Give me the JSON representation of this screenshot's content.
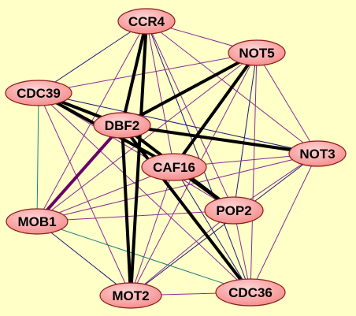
{
  "network": {
    "nodes": [
      {
        "id": "CCR4",
        "label": "CCR4"
      },
      {
        "id": "NOT5",
        "label": "NOT5"
      },
      {
        "id": "CDC39",
        "label": "CDC39"
      },
      {
        "id": "DBF2",
        "label": "DBF2"
      },
      {
        "id": "NOT3",
        "label": "NOT3"
      },
      {
        "id": "CAF16",
        "label": "CAF16"
      },
      {
        "id": "POP2",
        "label": "POP2"
      },
      {
        "id": "MOB1",
        "label": "MOB1"
      },
      {
        "id": "MOT2",
        "label": "MOT2"
      },
      {
        "id": "CDC36",
        "label": "CDC36"
      }
    ],
    "edges": [
      {
        "source": "CCR4",
        "target": "DBF2",
        "weight": "strong"
      },
      {
        "source": "CCR4",
        "target": "MOT2",
        "weight": "strong"
      },
      {
        "source": "NOT5",
        "target": "DBF2",
        "weight": "strong"
      },
      {
        "source": "NOT5",
        "target": "CAF16",
        "weight": "strong"
      },
      {
        "source": "CDC39",
        "target": "DBF2",
        "weight": "strong"
      },
      {
        "source": "CDC39",
        "target": "CAF16",
        "weight": "strong"
      },
      {
        "source": "DBF2",
        "target": "NOT3",
        "weight": "strong"
      },
      {
        "source": "DBF2",
        "target": "POP2",
        "weight": "strong"
      },
      {
        "source": "DBF2",
        "target": "CDC36",
        "weight": "strong"
      },
      {
        "source": "DBF2",
        "target": "MOT2",
        "weight": "strong"
      },
      {
        "source": "CAF16",
        "target": "POP2",
        "weight": "strong"
      },
      {
        "source": "DBF2",
        "target": "MOB1",
        "weight": "highlight"
      },
      {
        "source": "CDC39",
        "target": "MOB1",
        "weight": "teal"
      },
      {
        "source": "MOB1",
        "target": "CDC36",
        "weight": "teal"
      },
      {
        "source": "CCR4",
        "target": "NOT5",
        "weight": "weak"
      },
      {
        "source": "CCR4",
        "target": "CDC39",
        "weight": "weak"
      },
      {
        "source": "CCR4",
        "target": "NOT3",
        "weight": "weak"
      },
      {
        "source": "CCR4",
        "target": "CAF16",
        "weight": "weak"
      },
      {
        "source": "CCR4",
        "target": "POP2",
        "weight": "weak"
      },
      {
        "source": "CCR4",
        "target": "CDC36",
        "weight": "weak"
      },
      {
        "source": "CCR4",
        "target": "MOB1",
        "weight": "weak"
      },
      {
        "source": "NOT5",
        "target": "CDC39",
        "weight": "weak"
      },
      {
        "source": "NOT5",
        "target": "NOT3",
        "weight": "weak"
      },
      {
        "source": "NOT5",
        "target": "POP2",
        "weight": "weak"
      },
      {
        "source": "NOT5",
        "target": "CDC36",
        "weight": "weak"
      },
      {
        "source": "NOT5",
        "target": "MOB1",
        "weight": "weak"
      },
      {
        "source": "NOT5",
        "target": "MOT2",
        "weight": "weak"
      },
      {
        "source": "CDC39",
        "target": "NOT3",
        "weight": "weak"
      },
      {
        "source": "CDC39",
        "target": "POP2",
        "weight": "weak"
      },
      {
        "source": "CDC39",
        "target": "MOT2",
        "weight": "weak"
      },
      {
        "source": "CDC39",
        "target": "CDC36",
        "weight": "weak"
      },
      {
        "source": "DBF2",
        "target": "CAF16",
        "weight": "weak"
      },
      {
        "source": "NOT3",
        "target": "CAF16",
        "weight": "weak"
      },
      {
        "source": "NOT3",
        "target": "POP2",
        "weight": "weak"
      },
      {
        "source": "NOT3",
        "target": "MOB1",
        "weight": "weak"
      },
      {
        "source": "NOT3",
        "target": "MOT2",
        "weight": "weak"
      },
      {
        "source": "NOT3",
        "target": "CDC36",
        "weight": "weak"
      },
      {
        "source": "CAF16",
        "target": "MOB1",
        "weight": "weak"
      },
      {
        "source": "CAF16",
        "target": "MOT2",
        "weight": "weak"
      },
      {
        "source": "CAF16",
        "target": "CDC36",
        "weight": "weak"
      },
      {
        "source": "POP2",
        "target": "MOB1",
        "weight": "weak"
      },
      {
        "source": "POP2",
        "target": "MOT2",
        "weight": "weak"
      },
      {
        "source": "POP2",
        "target": "CDC36",
        "weight": "weak"
      },
      {
        "source": "MOB1",
        "target": "MOT2",
        "weight": "weak"
      },
      {
        "source": "MOT2",
        "target": "CDC36",
        "weight": "weak"
      }
    ]
  },
  "colors": {
    "background": "#ffffc8",
    "node_fill": "#f48a8a",
    "node_fill_light": "#ffd4d4",
    "node_stroke": "#8b1a1a",
    "edge_strong": "#000000",
    "edge_highlight": "#6a006a",
    "edge_teal": "#208080",
    "edge_weak": "#8a2a9a",
    "edge_weak_alt": "#1a1a7a"
  }
}
